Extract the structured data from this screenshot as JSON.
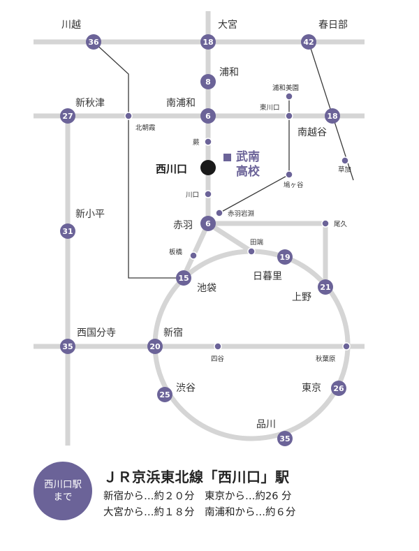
{
  "stations": {
    "kawagoe": "川越",
    "omiya": "大宮",
    "kasukabe": "春日部",
    "urawa": "浦和",
    "urawa_misono": "浦和美園",
    "shin_akitsu": "新秋津",
    "minami_urawa": "南浦和",
    "higashi_kawaguchi": "東川口",
    "minami_koshigaya": "南越谷",
    "kita_asaka": "北朝霞",
    "warabi": "蕨",
    "soka": "草加",
    "nishi_kawaguchi": "西川口",
    "hatogaya": "鳩ヶ谷",
    "kawaguchi": "川口",
    "akabane_iwabuchi": "赤羽岩淵",
    "shin_kodaira": "新小平",
    "akabane": "赤羽",
    "oku": "尾久",
    "tabata": "田端",
    "itabashi": "板橋",
    "nippori": "日暮里",
    "ikebukuro": "池袋",
    "ueno": "上野",
    "nishi_kokubunji": "西国分寺",
    "shinjuku": "新宿",
    "yotsuya": "四谷",
    "akihabara": "秋葉原",
    "shibuya": "渋谷",
    "tokyo": "東京",
    "shinagawa": "品川"
  },
  "school": {
    "line1": "武南",
    "line2": "高校"
  },
  "badges": {
    "kawagoe": "36",
    "omiya": "18",
    "kasukabe": "42",
    "urawa": "8",
    "shin_akitsu": "27",
    "minami_urawa": "6",
    "minami_koshigaya": "18",
    "shin_kodaira": "31",
    "akabane": "6",
    "nippori": "19",
    "ikebukuro": "15",
    "ueno": "21",
    "nishi_kokubunji": "35",
    "shinjuku": "20",
    "shibuya": "25",
    "tokyo": "26",
    "shinagawa": "35"
  },
  "footer": {
    "circle_line1": "西川口駅",
    "circle_line2": "まで",
    "title": "ＪＲ京浜東北線「西川口」駅",
    "row1": "新宿から…約２０分　東京から…約26 分",
    "row2": "大宮から…約１８分　南浦和から…約６分"
  },
  "colors": {
    "accent": "#6b6398",
    "route": "#d5d5d5",
    "text": "#2f2f2f"
  }
}
